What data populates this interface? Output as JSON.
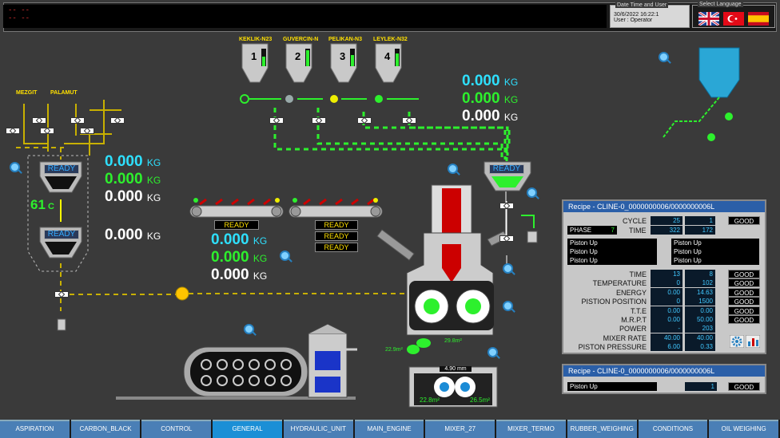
{
  "topbar": {
    "alarm_lines": [
      "-- --",
      "-- --"
    ],
    "datetime_label": "Date Time and User",
    "datetime_value": "30/6/2022 16:22:1",
    "user_value": "User : Operator",
    "language_label": "Select Language"
  },
  "hoppers_top": [
    {
      "name": "KEKLIK-N23",
      "num": "1"
    },
    {
      "name": "GUVERCIN-N",
      "num": "2"
    },
    {
      "name": "PELIKAN-N3",
      "num": "3"
    },
    {
      "name": "LEYLEK-N32",
      "num": "4"
    }
  ],
  "left_labels": {
    "a": "MEZGIT",
    "b": "PALAMUT"
  },
  "weights": {
    "top_right": {
      "w1": "0.000",
      "w2": "0.000",
      "w3": "0.000",
      "unit": "KG"
    },
    "left": {
      "w1": "0.000",
      "w2": "0.000",
      "w3": "0.000",
      "w4": "0.000",
      "unit": "KG"
    },
    "center": {
      "w1": "0.000",
      "w2": "0.000",
      "w3": "0.000",
      "unit": "KG"
    }
  },
  "status": {
    "left_hopper1": "READY",
    "left_hopper2": "READY",
    "right_hopper": "READY",
    "conveyor_a": "READY",
    "conveyor_b1": "READY",
    "conveyor_b2": "READY",
    "conveyor_b3": "READY"
  },
  "temperature": {
    "value": "61",
    "unit": "C"
  },
  "recipe_main": {
    "title": "Recipe  - CLINE-0_0000000006/0000000006L",
    "cycle_label": "CYCLE",
    "cycle_v1": "25",
    "cycle_v2": "1",
    "cycle_status": "GOOD",
    "phase_label": "PHASE",
    "phase_v": "7",
    "time_label": "TIME",
    "time_v1": "322",
    "time_v2": "172",
    "steps_left": [
      "Piston Up",
      "Piston Up",
      "Piston Up"
    ],
    "steps_right": [
      "Piston Up",
      "Piston Up",
      "Piston Up"
    ],
    "params": [
      {
        "label": "TIME",
        "v1": "13",
        "v2": "8",
        "status": "GOOD"
      },
      {
        "label": "TEMPERATURE",
        "v1": "0",
        "v2": "102",
        "status": "GOOD"
      },
      {
        "label": "ENERGY",
        "v1": "0.00",
        "v2": "14.63",
        "status": "GOOD"
      },
      {
        "label": "PISTION POSITION",
        "v1": "0",
        "v2": "1500",
        "status": "GOOD"
      },
      {
        "label": "T.T.E",
        "v1": "0.00",
        "v2": "0.00",
        "status": "GOOD"
      },
      {
        "label": "M.R.P.T",
        "v1": "0.00",
        "v2": "50.00",
        "status": "GOOD"
      },
      {
        "label": "POWER",
        "v1": "-",
        "v2": "203",
        "status": ""
      },
      {
        "label": "MIXER RATE",
        "v1": "40.00",
        "v2": "40.00",
        "status": ""
      },
      {
        "label": "PISTON PRESSURE",
        "v1": "6.00",
        "v2": "0.33",
        "status": ""
      }
    ]
  },
  "recipe_second": {
    "title": "Recipe  - CLINE-0_0000000006/0000000006L",
    "step": "Piston Up",
    "value": "1",
    "status": "GOOD"
  },
  "mill": {
    "gap": "4.90 mm",
    "left": "22.8m²",
    "right": "26.5m²",
    "a": "22.9m²",
    "b": "29.8m²"
  },
  "tabs": [
    "ASPIRATION",
    "CARBON_BLACK",
    "CONTROL",
    "GENERAL",
    "HYDRAULIC_UNIT",
    "MAIN_ENGINE",
    "MIXER_27",
    "MIXER_TERMO",
    "RUBBER_WEIGHING",
    "CONDITIONS",
    "OIL WEIGHING"
  ],
  "active_tab": "GENERAL"
}
